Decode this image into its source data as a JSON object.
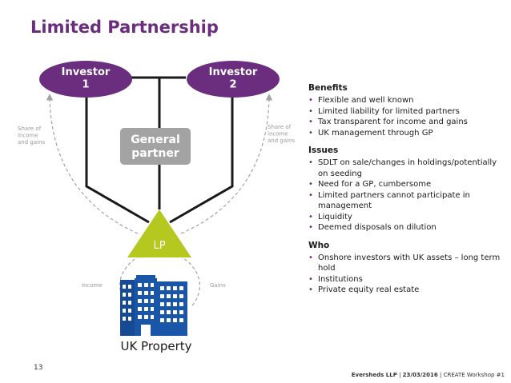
{
  "title": "Limited Partnership",
  "diagram": {
    "investor1": "Investor\n1",
    "investor2": "Investor\n2",
    "general_partner": "General\npartner",
    "lp": "LP",
    "uk_property": "UK Property",
    "share_left": "Share of\nincome\nand gains",
    "share_right": "Share of\nincome\nand gains",
    "income": "Income",
    "gains": "Gains"
  },
  "colors": {
    "purple": "#6b2d7e",
    "green": "#b5c81f",
    "grey": "#a3a3a3",
    "navy": "#1a56a8"
  },
  "benefits": {
    "heading": "Benefits",
    "items": [
      "Flexible and well known",
      "Limited liability for limited partners",
      "Tax transparent for income and gains",
      "UK management through GP"
    ]
  },
  "issues": {
    "heading": "Issues",
    "items": [
      "SDLT on sale/changes in holdings/potentially on seeding",
      "Need for a GP, cumbersome",
      "Limited partners cannot participate in management",
      "Liquidity",
      "Deemed disposals on dilution"
    ]
  },
  "who": {
    "heading": "Who",
    "items": [
      "Onshore investors with UK assets – long term hold",
      "Institutions",
      "Private equity real estate"
    ]
  },
  "page_number": "13",
  "footer": {
    "firm": "Eversheds LLP",
    "date": "23/03/2016",
    "event": "CREATE Workshop #1"
  }
}
